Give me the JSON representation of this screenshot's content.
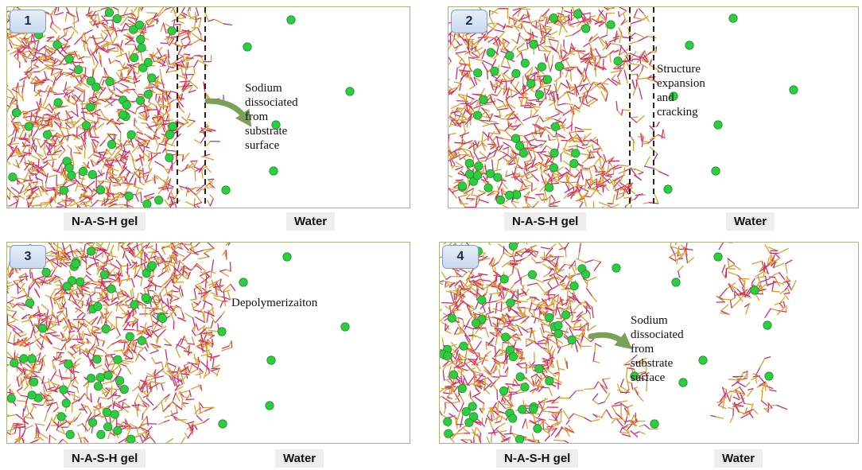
{
  "panels": [
    {
      "id": "1",
      "annotation": "Sodium\ndissociated from substrate surface",
      "gel_label": "N-A-S-H gel",
      "water_label": "Water"
    },
    {
      "id": "2",
      "annotation": "Structure expansion\nand cracking",
      "gel_label": "N-A-S-H gel",
      "water_label": "Water"
    },
    {
      "id": "3",
      "annotation": "Depolymerizaiton",
      "gel_label": "N-A-S-H gel",
      "water_label": "Water"
    },
    {
      "id": "4",
      "annotation": "Sodium\ndissociated from substrate surface",
      "gel_label": "N-A-S-H gel",
      "water_label": "Water"
    }
  ],
  "colors": {
    "bond_si": "#d9a030",
    "bond_o": "#d02a7a",
    "sodium": "#2ecc40",
    "frame": "#a9b47a",
    "arrow": "#7aa05a"
  }
}
